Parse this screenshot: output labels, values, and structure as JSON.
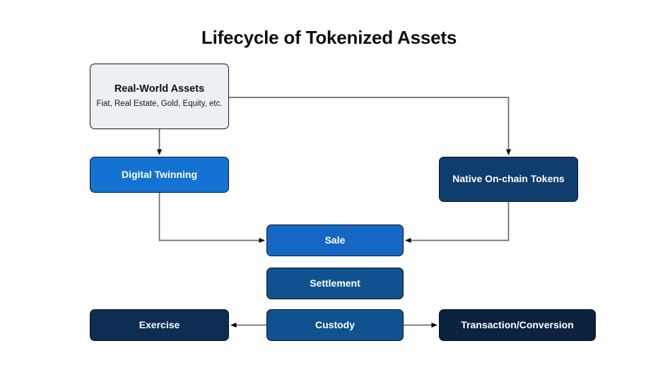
{
  "diagram": {
    "title": "Lifecycle of Tokenized Assets",
    "background": "#ffffff",
    "edge_color": "#6b6b6b",
    "arrowhead_color": "#000000",
    "nodes": [
      {
        "id": "real-world-assets",
        "label": "Real-World Assets",
        "sublabel": "Fiat, Real Estate, Gold, Equity, etc.",
        "fill": "#eceff3",
        "text_color": "#101114",
        "border": "#1a1a1f"
      },
      {
        "id": "digital-twinning",
        "label": "Digital Twinning",
        "fill": "#1472d3",
        "text_color": "#ffffff",
        "border": "#0d1a2b"
      },
      {
        "id": "native-on-chain-tokens",
        "label": "Native On-chain Tokens",
        "fill": "#0f3d6e",
        "text_color": "#ffffff",
        "border": "#0a1520"
      },
      {
        "id": "sale",
        "label": "Sale",
        "fill": "#1468c4",
        "text_color": "#ffffff",
        "border": "#0b1726"
      },
      {
        "id": "settlement",
        "label": "Settlement",
        "fill": "#10528f",
        "text_color": "#ffffff",
        "border": "#0b1726"
      },
      {
        "id": "custody",
        "label": "Custody",
        "fill": "#10528f",
        "text_color": "#ffffff",
        "border": "#0b1726"
      },
      {
        "id": "exercise",
        "label": "Exercise",
        "fill": "#0d2d52",
        "text_color": "#ffffff",
        "border": "#0a1520"
      },
      {
        "id": "transaction-conversion",
        "label": "Transaction/Conversion",
        "fill": "#0c2340",
        "text_color": "#ffffff",
        "border": "#0a1118"
      }
    ],
    "edges": [
      {
        "from": "real-world-assets",
        "to": "digital-twinning",
        "style": "straight-down",
        "arrow": true
      },
      {
        "from": "real-world-assets",
        "to": "native-on-chain-tokens",
        "style": "elbow-right-down",
        "arrow": true
      },
      {
        "from": "digital-twinning",
        "to": "sale",
        "style": "elbow-down-right",
        "arrow": true
      },
      {
        "from": "native-on-chain-tokens",
        "to": "sale",
        "style": "elbow-down-left",
        "arrow": true
      },
      {
        "from": "custody",
        "to": "exercise",
        "style": "straight-left",
        "arrow": true
      },
      {
        "from": "custody",
        "to": "transaction-conversion",
        "style": "straight-right",
        "arrow": true
      }
    ]
  }
}
